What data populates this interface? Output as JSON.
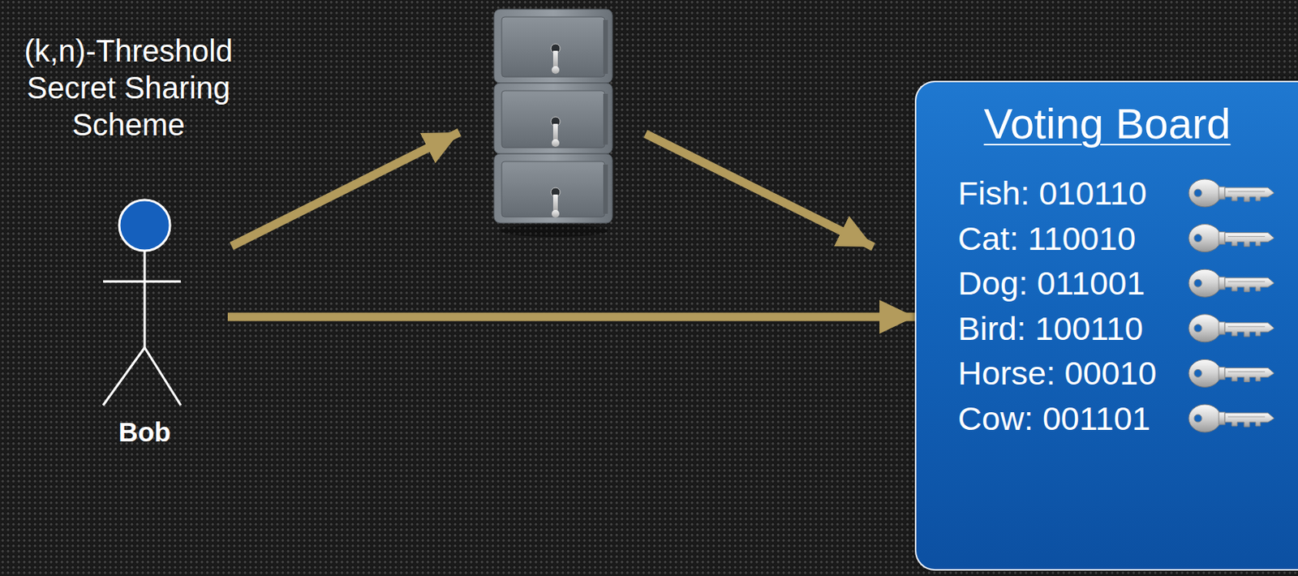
{
  "diagram": {
    "title": "(k,n)-Threshold Secret Sharing Scheme",
    "nodes": [
      {
        "text": [
          "Bob"
        ]
      },
      {
        "text": [
          "Voting Board",
          "Fish: 010110",
          "Cat: 110010",
          "Dog: 011001",
          "Bird: 100110",
          "Horse: 00010",
          "Cow: 001101"
        ]
      }
    ],
    "edges": [
      {
        "from": 0,
        "to": 1,
        "arrow": "to"
      }
    ]
  }
}
